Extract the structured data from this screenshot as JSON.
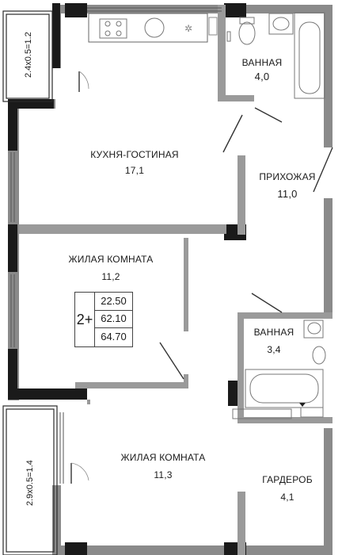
{
  "rooms": {
    "bath1": {
      "name": "ВАННАЯ",
      "area": "4,0"
    },
    "kitchen": {
      "name": "КУХНЯ-ГОСТИНАЯ",
      "area": "17,1"
    },
    "hall": {
      "name": "ПРИХОЖАЯ",
      "area": "11,0"
    },
    "living1": {
      "name": "ЖИЛАЯ КОМНАТА",
      "area": "11,2"
    },
    "bath2": {
      "name": "ВАННАЯ",
      "area": "3,4"
    },
    "living2": {
      "name": "ЖИЛАЯ КОМНАТА",
      "area": "11,3"
    },
    "wardrobe": {
      "name": "ГАРДЕРОБ",
      "area": "4,1"
    }
  },
  "balconies": {
    "top": "2.4x0.5=1.2",
    "bottom": "2.9x0.5=1.4"
  },
  "summary": {
    "type": "2+",
    "living": "22.50",
    "total": "62.10",
    "total_balcony": "64.70"
  }
}
